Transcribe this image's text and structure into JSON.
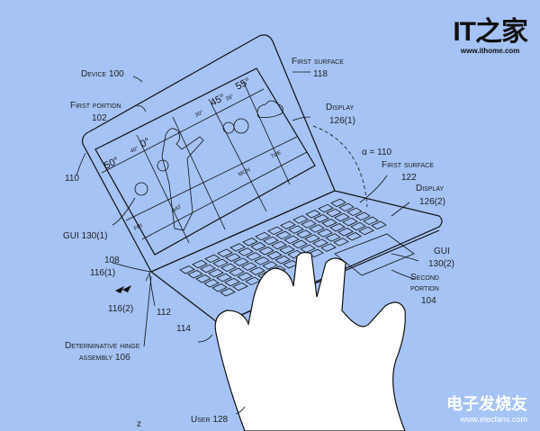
{
  "logo": {
    "mark": "IT之家",
    "url": "www.ithome.com"
  },
  "watermark": {
    "cn": "电子发烧友",
    "url": "www.elecfans.com"
  },
  "labels": {
    "device": "Device 100",
    "first_portion": "First portion",
    "first_portion_num": "102",
    "first_surface_top": "First surface",
    "first_surface_top_num": "118",
    "display1": "Display",
    "display1_num": "126(1)",
    "alpha": "α = 110",
    "first_surface_bottom": "First surface",
    "first_surface_bottom_num": "122",
    "display2": "Display",
    "display2_num": "126(2)",
    "n110": "110",
    "gui1": "GUI 130(1)",
    "gui2": "GUI",
    "gui2_num": "130(2)",
    "n108": "108",
    "n116_1": "116(1)",
    "n116_2": "116(2)",
    "n112": "112",
    "n114": "114",
    "second_portion": "Second",
    "second_portion_2": "portion",
    "second_portion_num": "104",
    "hinge": "Determinative hinge",
    "hinge_2": "assembly 106",
    "user": "User 128",
    "axis_z": "z"
  },
  "screen": {
    "temps_high": [
      "50°",
      "0°",
      "45°",
      "55°"
    ],
    "temps_low": [
      "40°",
      "30°",
      "35°"
    ],
    "days": [
      "FRI",
      "SAT",
      "MON",
      "TUE"
    ]
  },
  "colors": {
    "background": "#a5c3f4",
    "line": "#111111"
  }
}
